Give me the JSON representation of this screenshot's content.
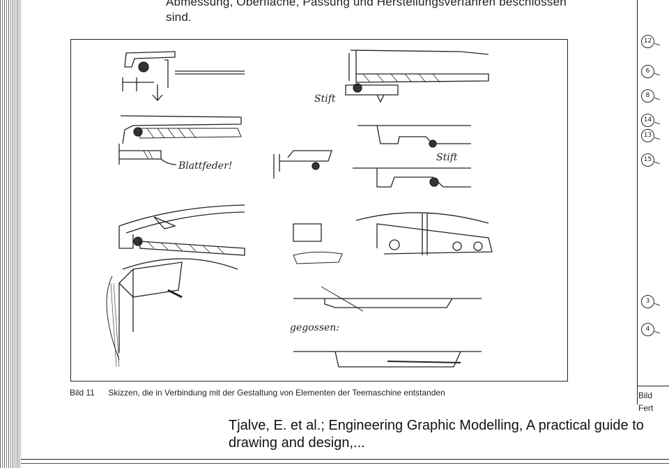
{
  "top_text": {
    "line1": "Abmessung, Oberfläche, Passung und Herstellungsverfahren beschlossen",
    "line2": "sind."
  },
  "figure": {
    "annotations": [
      "Stift",
      "Stift",
      "Blattfeder!",
      "gegossen:"
    ]
  },
  "caption": {
    "number": "Bild 11",
    "text": "Skizzen, die in Verbindung mit der Gestaltung von Elementen der Teemaschine entstanden"
  },
  "right_panel": {
    "markers": [
      "12",
      "6",
      "8",
      "14",
      "13",
      "15",
      "3",
      "4"
    ],
    "label1": "Bild",
    "label2": "Fert"
  },
  "citation": "Tjalve, E. et al.; Engineering Graphic Modelling, A practical guide to drawing and design,..."
}
